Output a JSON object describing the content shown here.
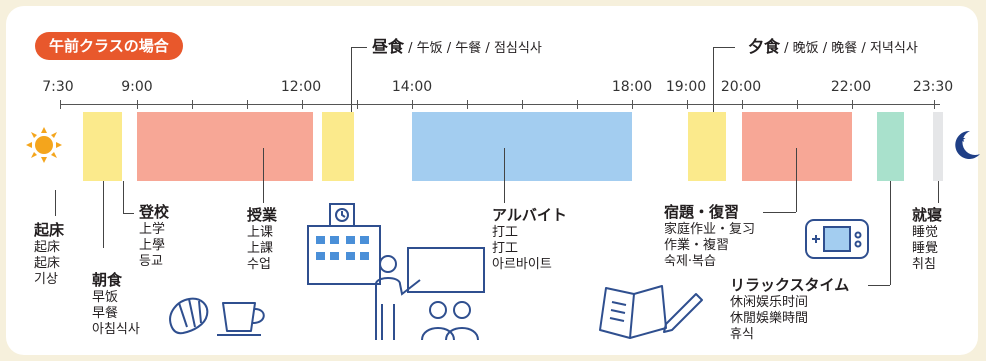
{
  "badge": "午前クラスの場合",
  "lunch": {
    "title": "昼食",
    "translations": " / 午饭 / 午餐 / 점심식사"
  },
  "dinner": {
    "title": "夕食",
    "translations": " / 晚饭 / 晚餐 / 저녁식사"
  },
  "times": [
    "7:30",
    "9:00",
    "12:00",
    "14:00",
    "18:00",
    "19:00",
    "20:00",
    "22:00",
    "23:30"
  ],
  "colors": {
    "badge": "#e8582c",
    "meal": "#fbea8c",
    "class": "#f7a796",
    "work": "#a3cdf0",
    "relax": "#a9e1cc",
    "sleep": "#e5e6e8",
    "sun": "#f4a51c",
    "moon": "#1f3f86"
  },
  "activities": [
    {
      "id": "wakeup",
      "title": "起床",
      "lines": [
        "起床",
        "起床",
        "기상"
      ]
    },
    {
      "id": "breakfast",
      "title": "朝食",
      "lines": [
        "早饭",
        "早餐",
        "아침식사"
      ]
    },
    {
      "id": "commute",
      "title": "登校",
      "lines": [
        "上学",
        "上學",
        "등교"
      ]
    },
    {
      "id": "class",
      "title": "授業",
      "lines": [
        "上课",
        "上課",
        "수업"
      ]
    },
    {
      "id": "parttime",
      "title": "アルバイト",
      "lines": [
        "打工",
        "打工",
        "아르바이트"
      ]
    },
    {
      "id": "homework",
      "title": "宿題・復習",
      "lines": [
        "家庭作业・复习",
        "作業・複習",
        "숙제·복습"
      ]
    },
    {
      "id": "relax",
      "title": "リラックスタイム",
      "lines": [
        "休闲娱乐时间",
        "休閒娛樂時間",
        "휴식"
      ]
    },
    {
      "id": "sleep",
      "title": "就寝",
      "lines": [
        "睡觉",
        "睡覺",
        "취침"
      ]
    }
  ],
  "icons": [
    "sun-icon",
    "moon-icon",
    "school-building-icon",
    "teacher-students-icon",
    "croissant-cup-icon",
    "notebook-pencil-icon",
    "game-console-icon"
  ]
}
